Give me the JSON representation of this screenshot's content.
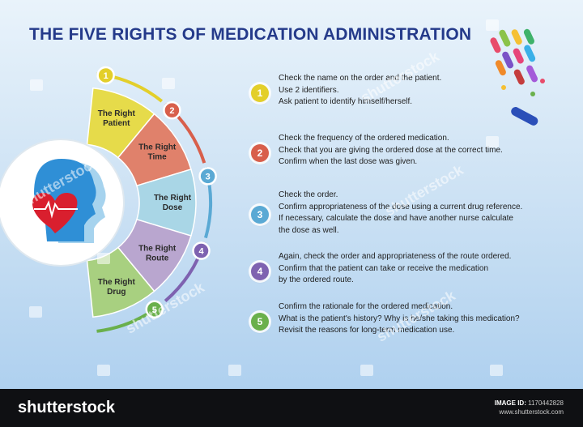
{
  "title": "THE FIVE RIGHTS OF MEDICATION ADMINISTRATION",
  "wheel": {
    "segments": [
      {
        "num": "1",
        "line1": "The Right",
        "line2": "Patient",
        "color": "#e6db4a",
        "ring": "#e3cf2a"
      },
      {
        "num": "2",
        "line1": "The Right",
        "line2": "Time",
        "color": "#e0816b",
        "ring": "#d85f4b"
      },
      {
        "num": "3",
        "line1": "The Right",
        "line2": "Dose",
        "color": "#a9d6e6",
        "ring": "#5aa9d4"
      },
      {
        "num": "4",
        "line1": "The Right",
        "line2": "Route",
        "color": "#b9a6cf",
        "ring": "#7e62b0"
      },
      {
        "num": "5",
        "line1": "The Right",
        "line2": "Drug",
        "color": "#a8d080",
        "ring": "#6ab04c"
      }
    ]
  },
  "steps": [
    {
      "num": "1",
      "color": "#e3cf2a",
      "lines": [
        "Check the name on the order and the patient.",
        "Use 2 identifiers.",
        "Ask patient to identify himself/herself."
      ]
    },
    {
      "num": "2",
      "color": "#d85f4b",
      "lines": [
        "Check the frequency of the ordered medication.",
        "Check that you are giving the ordered dose at the correct time.",
        "Confirm when the last dose was given."
      ]
    },
    {
      "num": "3",
      "color": "#5aa9d4",
      "lines": [
        "Check the order.",
        "Confirm appropriateness of the dose using a current drug reference.",
        "If necessary, calculate the dose and have another nurse calculate",
        "the dose as well."
      ]
    },
    {
      "num": "4",
      "color": "#7e62b0",
      "lines": [
        "Again, check the order and appropriateness of the route ordered.",
        "Confirm that the patient can take or receive the medication",
        "by the ordered route."
      ]
    },
    {
      "num": "5",
      "color": "#6ab04c",
      "lines": [
        "Confirm the rationale for the ordered medication.",
        "What is the patient's history? Why is he/she taking this medication?",
        "Revisit the reasons for long-term medication use."
      ]
    }
  ],
  "footer": {
    "brand": "shutterstock",
    "image_id_label": "IMAGE ID:",
    "image_id": "1170442828",
    "site": "www.shutterstock.com"
  },
  "watermark": "shutterstock"
}
